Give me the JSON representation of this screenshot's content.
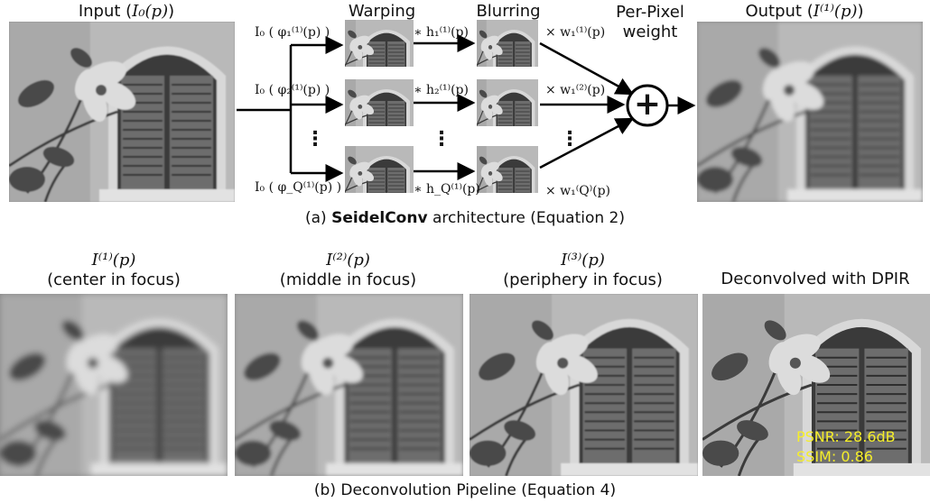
{
  "section_a": {
    "input_label_text": "Input (",
    "input_label_math": "I₀(p)",
    "input_label_close": ")",
    "output_label_text": "Output (",
    "output_label_math": "I⁽¹⁾(p)",
    "output_label_close": ")",
    "col_warping": "Warping",
    "col_blurring": "Blurring",
    "col_weight_1": "Per-Pixel",
    "col_weight_2": "weight",
    "warp_inputs": [
      "I₀ ( φ₁⁽¹⁾(p) )",
      "I₀ ( φ₂⁽¹⁾(p) )",
      "I₀ ( φ_Q⁽¹⁾(p) )"
    ],
    "blur_ops": [
      "∗ h₁⁽¹⁾(p)",
      "∗ h₂⁽¹⁾(p)",
      "∗ h_Q⁽¹⁾(p)"
    ],
    "weights": [
      "× w₁⁽¹⁾(p)",
      "× w₁⁽²⁾(p)",
      "× w₁⁽Q⁾(p)"
    ],
    "sum_symbol": "+",
    "ellipsis": "⋮",
    "caption_prefix": "(a) ",
    "caption_bold": "SeidelConv",
    "caption_suffix": " architecture (Equation 2)"
  },
  "section_b": {
    "panels": [
      {
        "math": "I⁽¹⁾(p)",
        "text": "(center in focus)"
      },
      {
        "math": "I⁽²⁾(p)",
        "text": "(middle in focus)"
      },
      {
        "math": "I⁽³⁾(p)",
        "text": "(periphery in focus)"
      },
      {
        "math": "",
        "text": "Deconvolved with DPIR"
      }
    ],
    "psnr": "PSNR: 28.6dB",
    "ssim": "SSIM: 0.86",
    "caption": "(b) Deconvolution Pipeline (Equation 4)"
  },
  "colors": {
    "metric_text": "#f5ee2a",
    "arrow": "#000000"
  }
}
